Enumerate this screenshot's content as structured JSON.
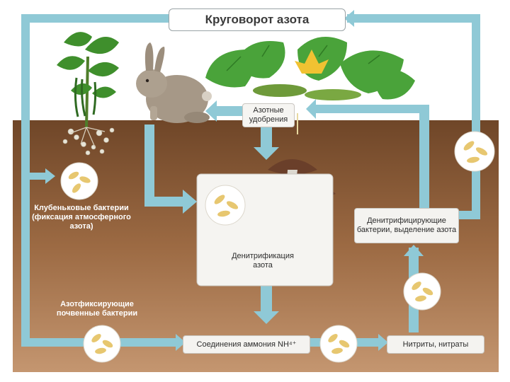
{
  "title": "Круговорот азота",
  "labels": {
    "fertilizers": "Азотные удобрения",
    "nodule_bacteria": "Клубеньковые бактерии (фиксация атмосферного азота)",
    "denitrification": "Денитрификация азота",
    "soil_bacteria": "Азотфиксирующие почвенные бактерии",
    "ammonium": "Соединения аммония NH⁴⁺",
    "nitrites": "Нитриты, нитраты",
    "denitrifying_bacteria": "Денитрифицирующие бактерии, выделение азота"
  },
  "colors": {
    "arrow": "#8fc9d6",
    "sky": "#ffffff",
    "soil_top": "#7a4e2d",
    "soil_bottom": "#c79a72",
    "bacteria": "#e7c770"
  }
}
